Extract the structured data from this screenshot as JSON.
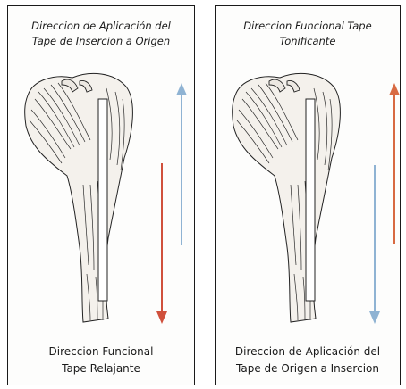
{
  "panels": [
    {
      "top_caption": [
        "Direccion de Aplicación del",
        "Tape de Insercion a Origen"
      ],
      "bottom_caption": [
        "Direccion Funcional",
        "Tape Relajante"
      ],
      "arrows": [
        {
          "color": "#8fb3d3",
          "direction": "up"
        },
        {
          "color": "#d0503c",
          "direction": "down"
        }
      ]
    },
    {
      "top_caption": [
        "Direccion Funcional Tape",
        "Tonificante"
      ],
      "bottom_caption": [
        "Direccion de Aplicación del",
        "Tape de Origen a Insercion"
      ],
      "arrows": [
        {
          "color": "#d86a42",
          "direction": "up"
        },
        {
          "color": "#8fb3d3",
          "direction": "down"
        }
      ]
    }
  ]
}
